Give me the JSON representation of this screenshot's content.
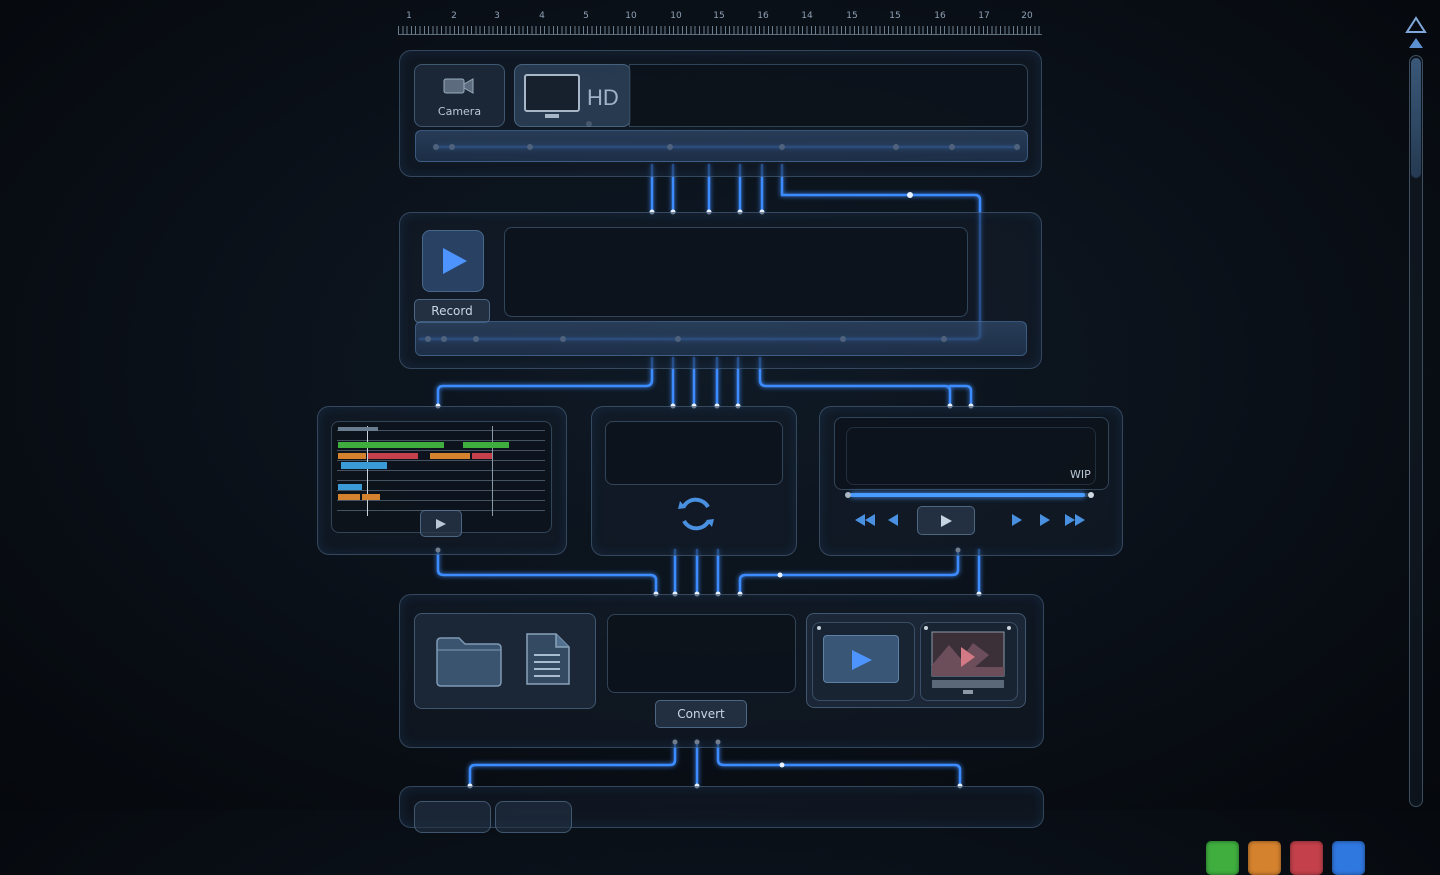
{
  "ruler": {
    "labels": [
      "1",
      "2",
      "3",
      "4",
      "5",
      "10",
      "10",
      "15",
      "16",
      "14",
      "15",
      "15",
      "16",
      "17",
      "20"
    ]
  },
  "camera_tile": {
    "label": "Camera",
    "icon": "video-camera-icon"
  },
  "display_tile": {
    "label": "HD",
    "icon": "monitor-icon"
  },
  "record_panel": {
    "record_label": "Record",
    "icon": "play-icon"
  },
  "timeline_panel": {
    "icon": "play-icon"
  },
  "color_palette": {
    "swatches": [
      "#3fae3f",
      "#d5822e",
      "#c4414b",
      "#2f78e0"
    ],
    "icon": "refresh-icon"
  },
  "player_panel": {
    "status_label": "WIP",
    "progress": 0.97
  },
  "convert_panel": {
    "convert_label": "Convert",
    "icons": [
      "folder-icon",
      "document-icon",
      "play-icon",
      "image-preview-icon"
    ]
  },
  "scrollbar": {
    "icons": [
      "scroll-up-icon",
      "scroll-up-small-icon"
    ],
    "position": 0.0
  },
  "colors": {
    "accent": "#4a9bff",
    "wire": "#3d8cff"
  }
}
